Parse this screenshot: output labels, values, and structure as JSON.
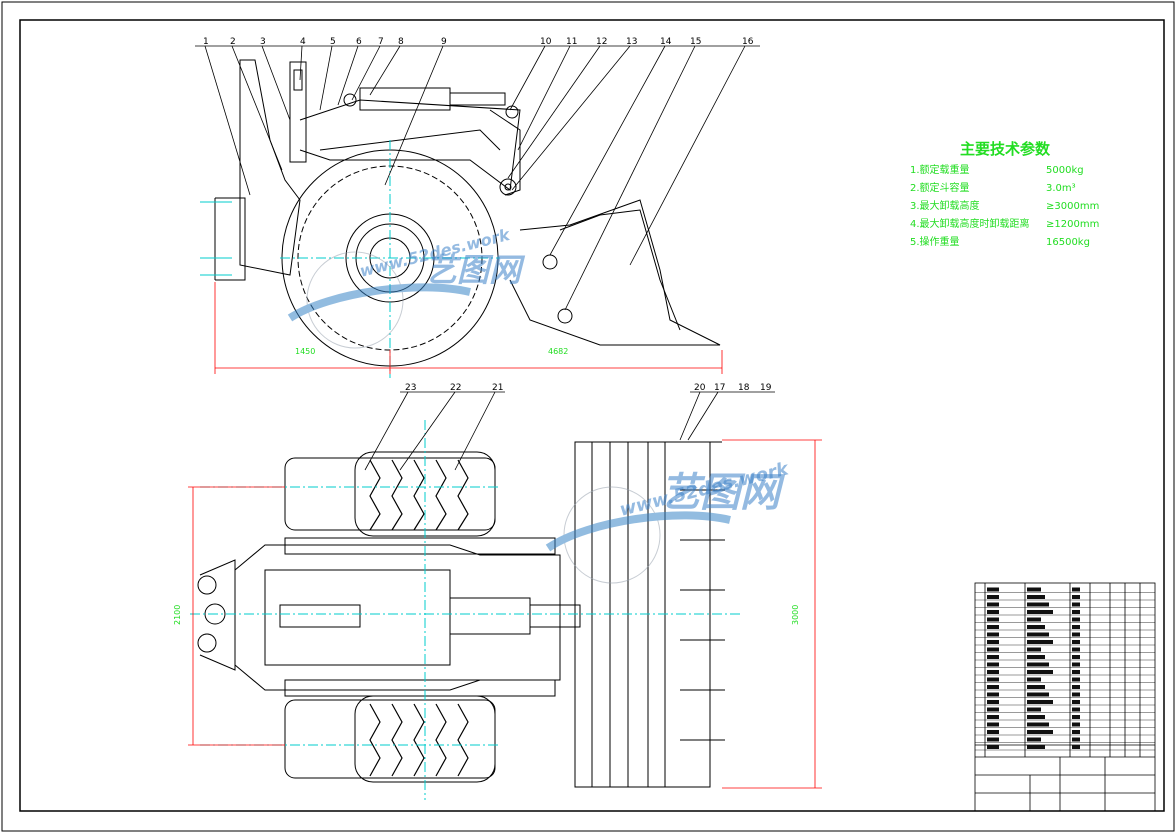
{
  "callouts": [
    "1",
    "2",
    "3",
    "4",
    "5",
    "6",
    "7",
    "8",
    "9",
    "10",
    "11",
    "12",
    "13",
    "14",
    "15",
    "16",
    "17",
    "18",
    "19",
    "20",
    "21",
    "22",
    "23"
  ],
  "dimensions": {
    "side_left": "1450",
    "side_right": "4682",
    "plan_height": "2100",
    "bucket_width": "3000"
  },
  "specs": {
    "title": "主要技术参数",
    "items": [
      {
        "name": "1.额定载重量",
        "value": "5000kg"
      },
      {
        "name": "2.额定斗容量",
        "value": "3.0m³"
      },
      {
        "name": "3.最大卸载高度",
        "value": "≥3000mm"
      },
      {
        "name": "4.最大卸载高度时卸载距离",
        "value": "≥1200mm"
      },
      {
        "name": "5.操作重量",
        "value": "16500kg"
      }
    ]
  },
  "watermark": {
    "logo_text": "艺图网",
    "url_text": "www.52des.work",
    "colors": {
      "blue": "#3a86c8",
      "grey": "#9aa4b0"
    }
  },
  "colors": {
    "line": "#000000",
    "dimension": "#ff0000",
    "center": "#00cccc",
    "text_green": "#22dd22"
  }
}
